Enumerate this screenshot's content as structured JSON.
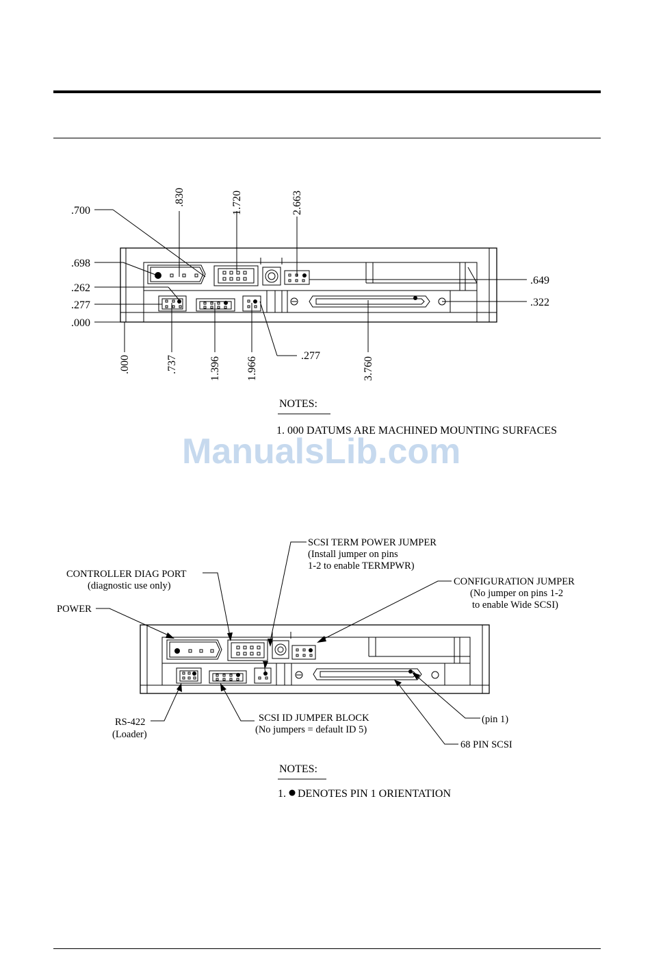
{
  "top_diagram": {
    "dims_left": [
      ".700",
      ".698",
      ".262",
      ".277",
      ".000"
    ],
    "dims_top": [
      ".830",
      "1.720",
      "2.663"
    ],
    "dims_right": [
      ".649",
      ".322"
    ],
    "dims_bottom": [
      ".000",
      ".737",
      "1.396",
      "1.966",
      "3.760"
    ],
    "dim_bottom_side": ".277"
  },
  "notes1": {
    "heading": "NOTES:",
    "item": "1. 000 DATUMS ARE MACHINED MOUNTING SURFACES"
  },
  "watermark": "ManualsLib.com",
  "bottom_diagram": {
    "scsi_term": {
      "title": "SCSI TERM POWER JUMPER",
      "line2": "(Install jumper on pins",
      "line3": "1-2 to enable TERMPWR)"
    },
    "diag_port": {
      "title": "CONTROLLER DIAG PORT",
      "sub": "(diagnostic use only)"
    },
    "config": {
      "title": "CONFIGURATION JUMPER",
      "line2": "(No jumper on pins 1-2",
      "line3": "to  enable Wide SCSI)"
    },
    "power": "POWER",
    "rs422": {
      "title": "RS-422",
      "sub": "(Loader)"
    },
    "scsi_id": {
      "title": "SCSI ID JUMPER BLOCK",
      "sub": "(No jumpers = default ID 5)"
    },
    "pin1": "(pin 1)",
    "scsi68": "68 PIN SCSI"
  },
  "notes2": {
    "heading": "NOTES:",
    "item_prefix": "1.",
    "item_text": "DENOTES PIN 1 ORIENTATION"
  }
}
